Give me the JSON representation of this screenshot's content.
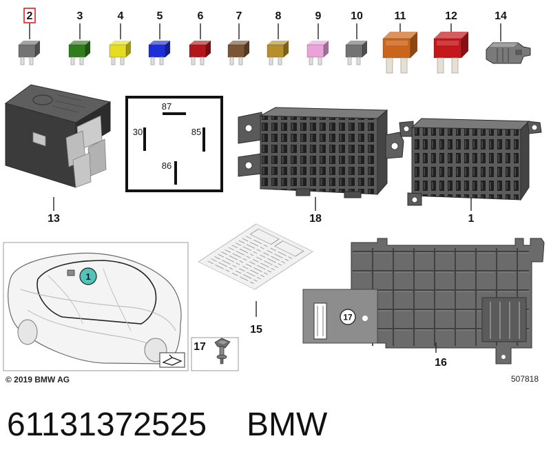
{
  "fuses": [
    {
      "label": "2",
      "color": "#737373"
    },
    {
      "label": "3",
      "color": "#2f7d1d"
    },
    {
      "label": "4",
      "color": "#e6dc1f"
    },
    {
      "label": "5",
      "color": "#1d2fd4"
    },
    {
      "label": "6",
      "color": "#b2161b"
    },
    {
      "label": "7",
      "color": "#7b5434"
    },
    {
      "label": "8",
      "color": "#b48f2c"
    },
    {
      "label": "9",
      "color": "#eaa3d8"
    },
    {
      "label": "10",
      "color": "#737373"
    },
    {
      "label": "11",
      "color": "#c9661c"
    },
    {
      "label": "12",
      "color": "#c2181c"
    }
  ],
  "highlight_color": "#d61f26",
  "connector": {
    "label": "14",
    "color": "#7a7a7a"
  },
  "relay": {
    "label": "13"
  },
  "relay_schematic": {
    "terminal_87": "87",
    "terminal_30": "30",
    "terminal_85": "85",
    "terminal_86": "86"
  },
  "fuse_box_front": {
    "label": "18"
  },
  "fuse_box_rear": {
    "label": "1"
  },
  "location_inset": {
    "callout": "1",
    "callout_color": "#52c3b8"
  },
  "label_card": {
    "label": "15"
  },
  "screw": {
    "label": "17"
  },
  "bracket": {
    "label": "16",
    "callout": "17"
  },
  "footer": {
    "copyright": "© 2019 BMW AG",
    "diagram_number": "507818"
  },
  "caption": {
    "part_number": "61131372525",
    "brand": "BMW"
  }
}
